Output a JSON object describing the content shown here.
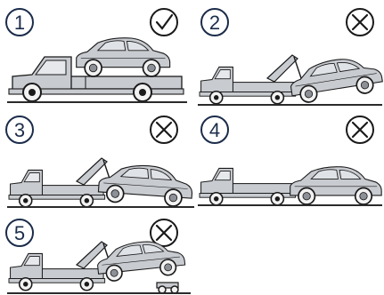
{
  "panels": [
    {
      "number": "1",
      "status": "check-icon",
      "label": "flatbed-transport"
    },
    {
      "number": "2",
      "status": "cross-icon",
      "label": "wheel-lift-front-raised"
    },
    {
      "number": "3",
      "status": "cross-icon",
      "label": "tow-rear-raised"
    },
    {
      "number": "4",
      "status": "cross-icon",
      "label": "flat-tow-all-wheels"
    },
    {
      "number": "5",
      "status": "cross-icon",
      "label": "dolly-tow"
    }
  ],
  "colors": {
    "ink": "#1a1a1a",
    "badge_ink": "#1b2c4a",
    "body_fill": "#c8cbd0",
    "window_fill": "#d9dde3",
    "ground": "#2a2a2a"
  }
}
